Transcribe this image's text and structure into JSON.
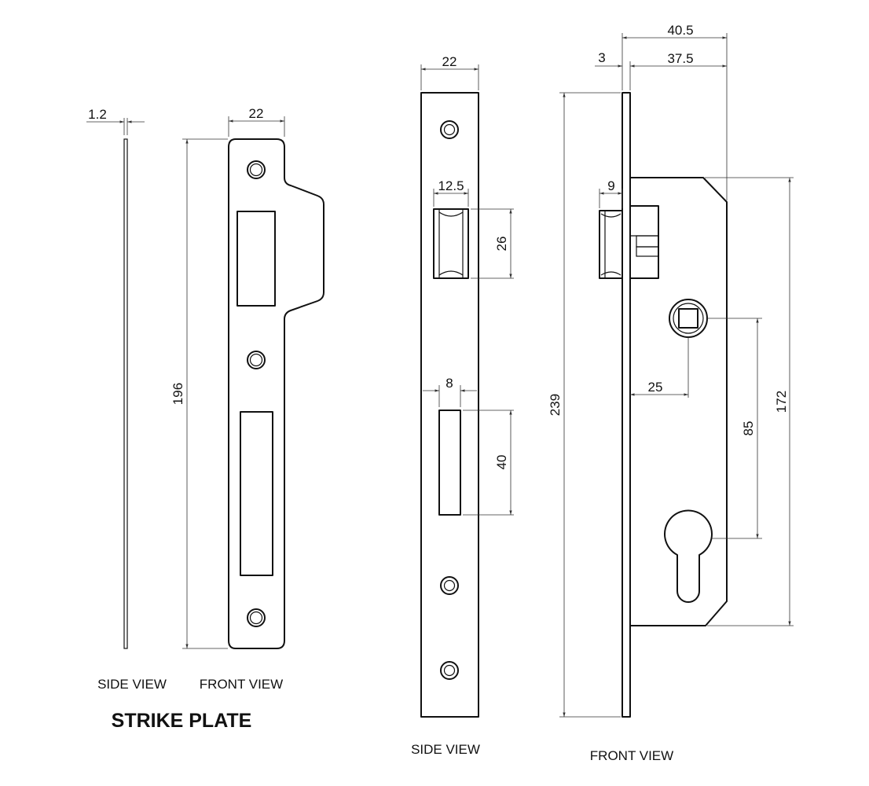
{
  "dimensions": {
    "strike_side_thickness": "1.2",
    "strike_front_width": "22",
    "strike_front_height": "196",
    "lock_side_width": "22",
    "lock_latch_width": "12.5",
    "lock_latch_height": "26",
    "lock_deadbolt_width": "8",
    "lock_deadbolt_height": "40",
    "lock_overall_height": "239",
    "lock_overall_depth": "40.5",
    "lock_faceplate_thickness": "3",
    "lock_case_depth": "37.5",
    "lock_latch_projection": "9",
    "lock_backset": "25",
    "lock_centres": "85",
    "lock_case_height": "172"
  },
  "captions": {
    "strike_side_view": "SIDE VIEW",
    "strike_front_view": "FRONT VIEW",
    "strike_title": "STRIKE PLATE",
    "lock_side_view": "SIDE VIEW",
    "lock_front_view": "FRONT VIEW"
  }
}
